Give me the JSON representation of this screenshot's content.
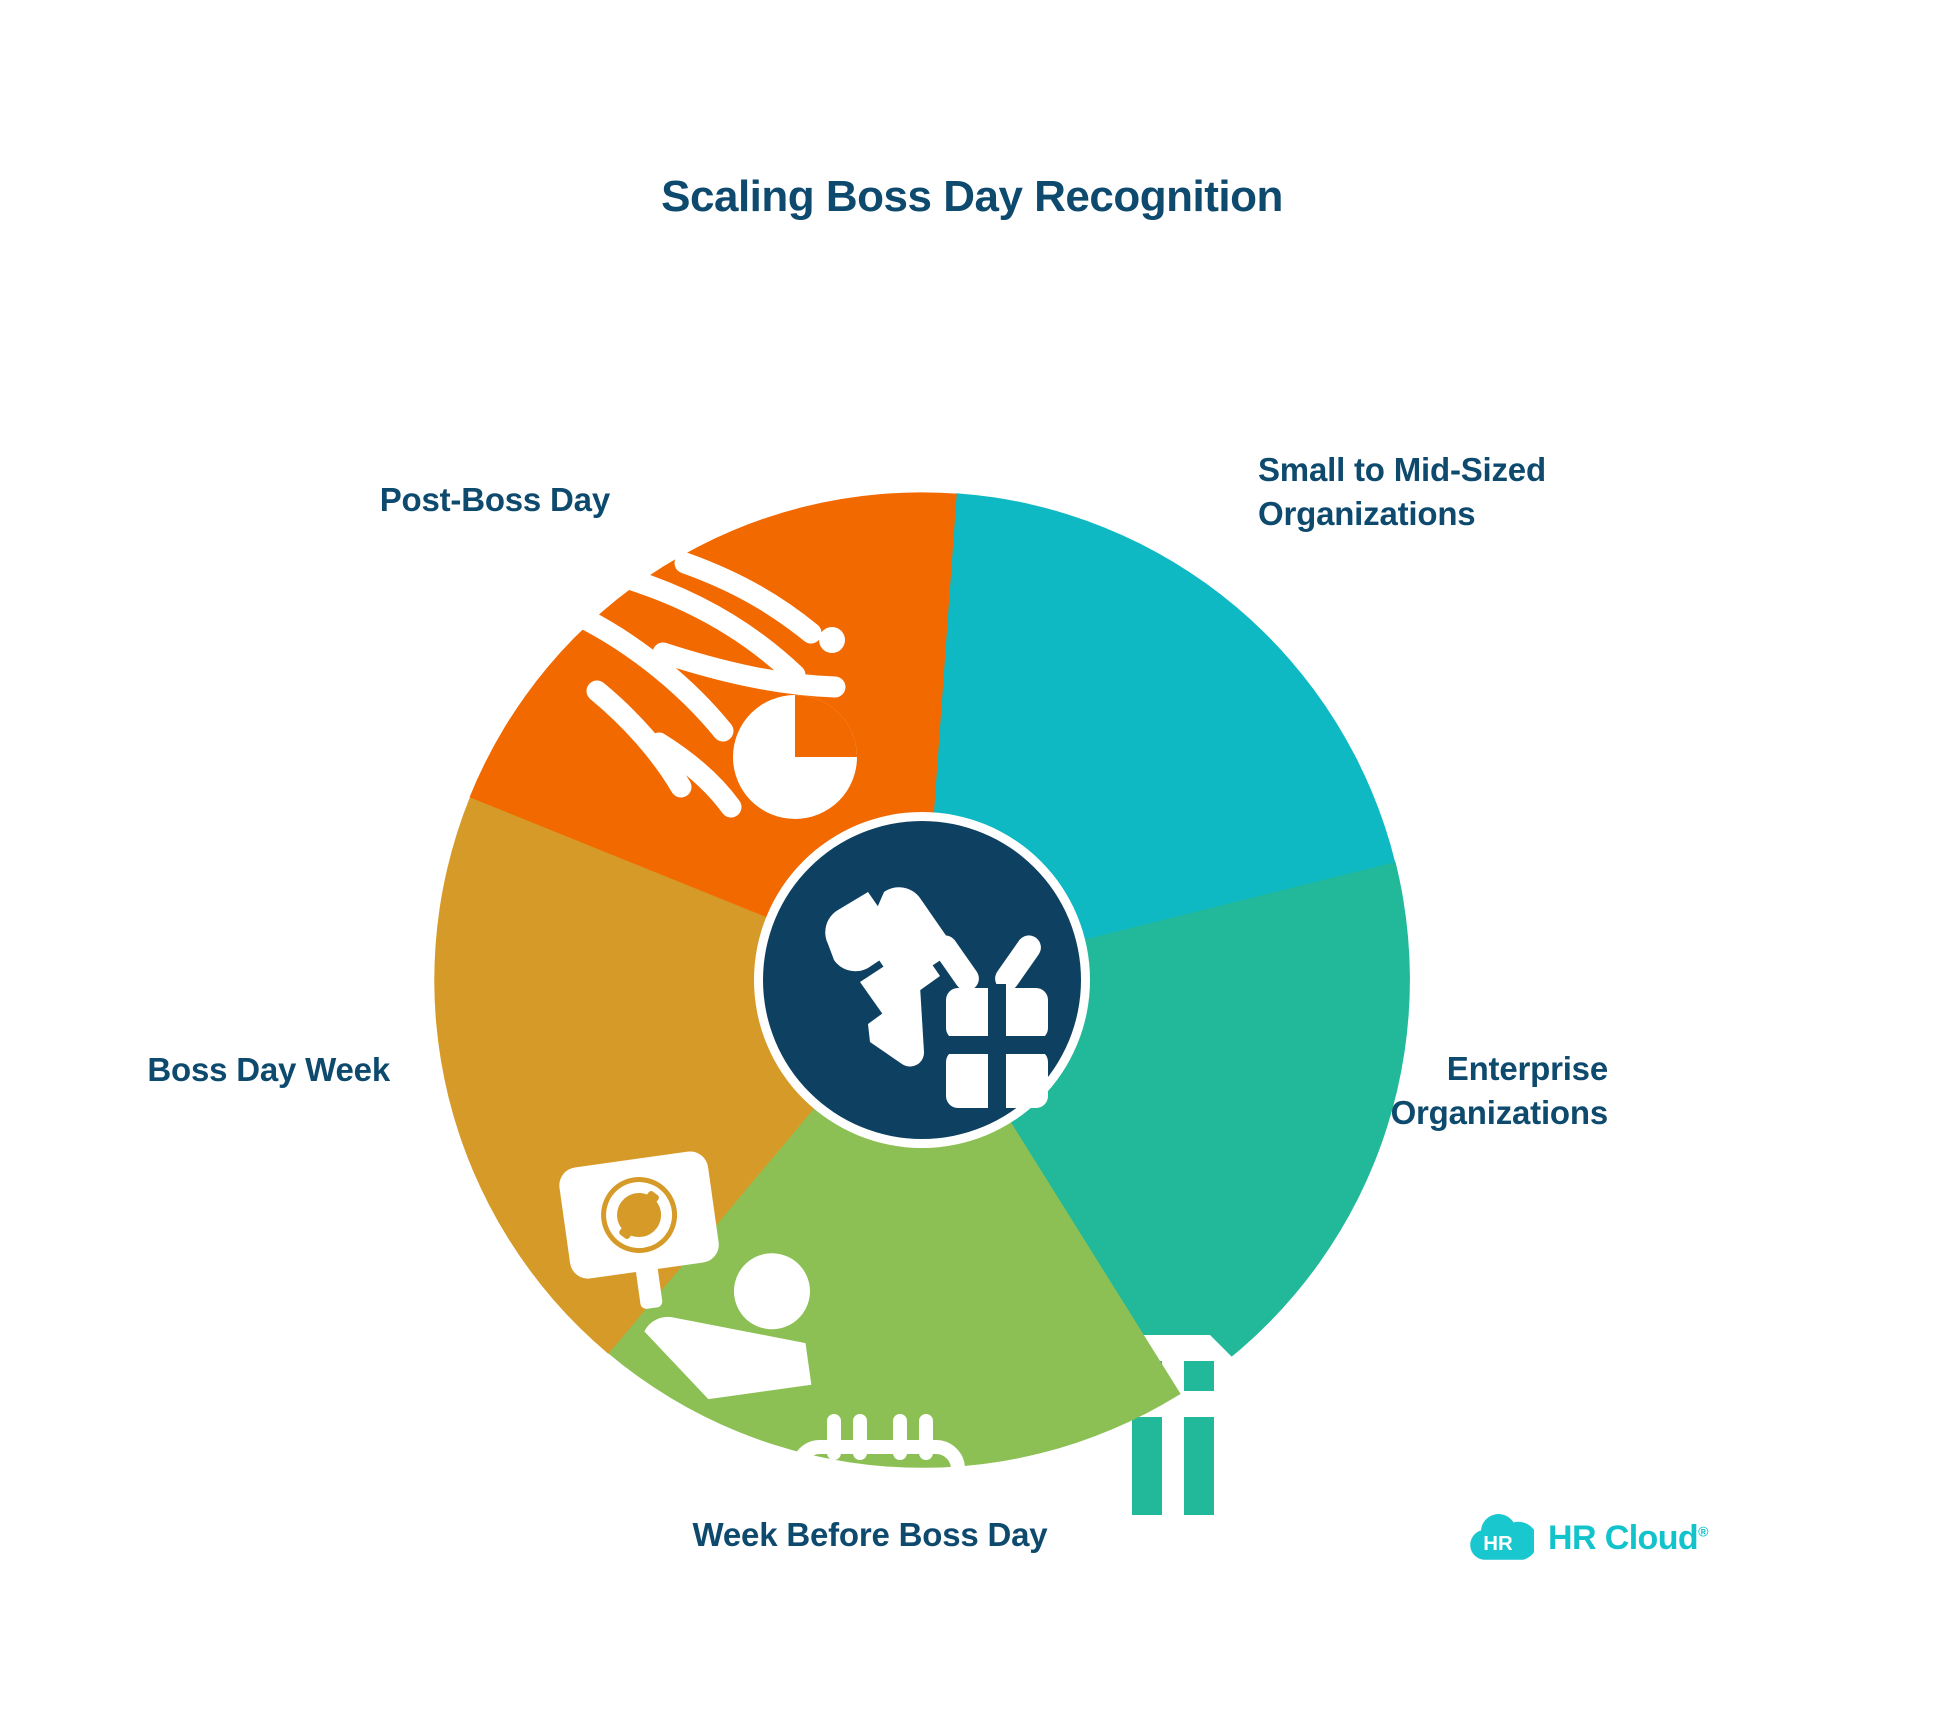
{
  "title": "Scaling Boss Day Recognition",
  "background_color": "#FFFFFF",
  "label_color": "#0E4A6E",
  "hub": {
    "fill": "#0E4161",
    "icon_names": [
      "ribbon-award-icon",
      "gift-box-icon"
    ]
  },
  "wheel": {
    "segments": [
      {
        "id": "small-to-mid-sized-organizations",
        "label_line1": "Small to Mid-Sized",
        "label_line2": "Organizations",
        "color": "#0EB9C4",
        "icon": "microsoft-teams-icon",
        "position": "top-right"
      },
      {
        "id": "enterprise-organizations",
        "label_line1": "Enterprise",
        "label_line2": "Organizations",
        "color": "#22B89A",
        "icon": "office-building-icon",
        "position": "right"
      },
      {
        "id": "week-before-boss-day",
        "label_line1": "Week Before Boss Day",
        "label_line2": "",
        "color": "#8CC055",
        "icon": "calendar-beer-mug-icon",
        "position": "bottom"
      },
      {
        "id": "boss-day-week",
        "label_line1": "Boss Day Week",
        "label_line2": "",
        "color": "#D69A28",
        "icon": "person-holding-sign-icon",
        "position": "left"
      },
      {
        "id": "post-boss-day",
        "label_line1": "Post-Boss Day",
        "label_line2": "",
        "color": "#F26900",
        "icon": "analytics-speed-pie-icon",
        "position": "top-left"
      }
    ]
  },
  "brand": {
    "mark_text": "HR",
    "wordmark": "HR Cloud",
    "trademark": "®",
    "color": "#12C3CB"
  },
  "chart_data": {
    "type": "pie",
    "title": "Scaling Boss Day Recognition",
    "categories": [
      "Small to Mid-Sized Organizations",
      "Enterprise Organizations",
      "Week Before Boss Day",
      "Boss Day Week",
      "Post-Boss Day"
    ],
    "values": [
      20,
      20,
      20,
      20,
      20
    ],
    "colors": [
      "#0EB9C4",
      "#22B89A",
      "#8CC055",
      "#D69A28",
      "#F26900"
    ],
    "legend": "none",
    "grid": false,
    "note": "Five equal petal segments arranged radially around a dark navy hub; labels placed outside each segment."
  }
}
